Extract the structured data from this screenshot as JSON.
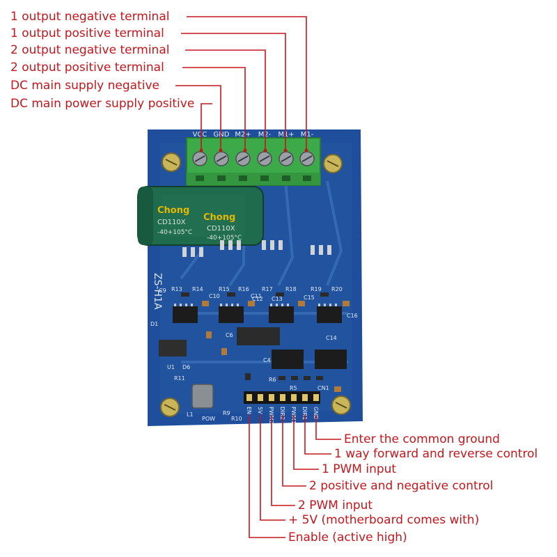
{
  "colors": {
    "callout_text": "#c4161c",
    "leader_line": "#c4161c",
    "pcb": "#1f4f9c",
    "terminal_block": "#3daa4a",
    "capacitor": "#1f6b4e",
    "ic": "#1c1c1c"
  },
  "top_callouts": [
    "1 output negative terminal",
    "1 output positive terminal",
    "2 output negative terminal",
    "2 output positive terminal",
    "DC main supply negative",
    "DC main power supply positive"
  ],
  "bottom_callouts": [
    "Enter the common ground",
    "1 way forward and reverse control",
    "1 PWM input",
    "2 positive and negative control",
    "2 PWM input",
    "+ 5V (motherboard comes with)",
    "Enable (active high)"
  ],
  "board": {
    "terminal_labels": [
      "VCC",
      "GND",
      "M2+",
      "M2-",
      "M1+",
      "M1-"
    ],
    "header_labels": [
      "EN",
      "5V",
      "PWM2",
      "DIR2",
      "PWM1",
      "DIR1",
      "GND"
    ],
    "model_label": "ZS-H1A",
    "capacitor_brand": "Chong",
    "capacitor_model": "CD110X",
    "capacitor_temp": "-40+105°C",
    "silkscreen": [
      "R13",
      "R14",
      "R15",
      "R16",
      "R17",
      "R18",
      "R19",
      "R20",
      "C9",
      "C10",
      "C11",
      "C14",
      "C15",
      "C16",
      "C12",
      "C13",
      "C4",
      "C6",
      "R5",
      "R6",
      "R9",
      "R10",
      "R11",
      "U1",
      "L1",
      "D1",
      "D6",
      "CN1",
      "POW"
    ]
  }
}
